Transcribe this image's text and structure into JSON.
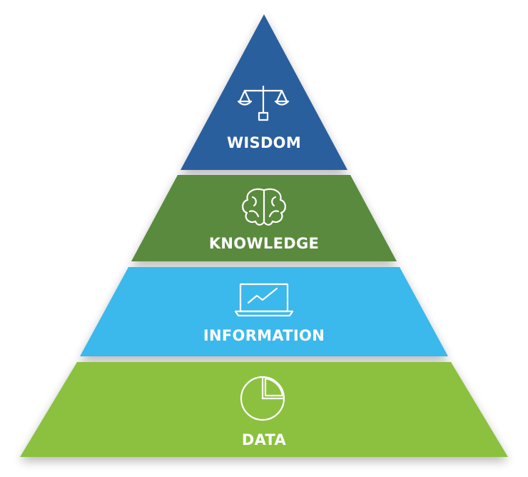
{
  "tiers": [
    {
      "label": "WISDOM",
      "icon": "balance-scale-icon",
      "color": "#2c5f9e"
    },
    {
      "label": "KNOWLEDGE",
      "icon": "brain-icon",
      "color": "#5a8a3e"
    },
    {
      "label": "INFORMATION",
      "icon": "laptop-chart-icon",
      "color": "#3ab8ec"
    },
    {
      "label": "DATA",
      "icon": "pie-chart-icon",
      "color": "#8cc13f"
    }
  ]
}
